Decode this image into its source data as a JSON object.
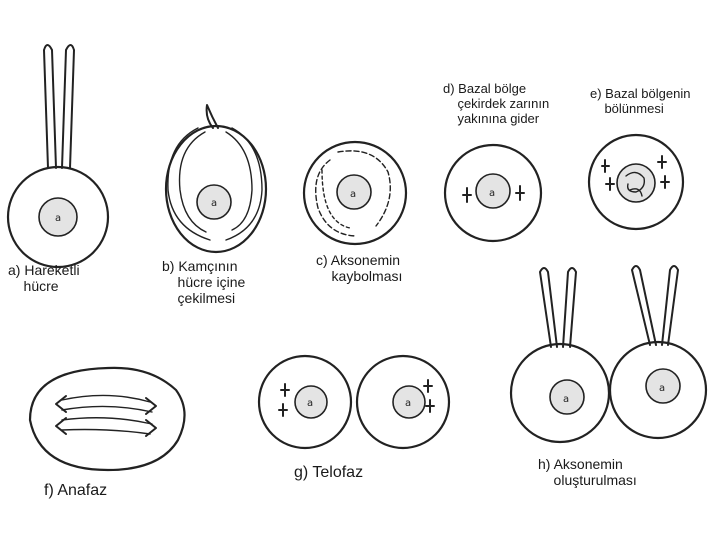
{
  "labels": {
    "a": "a) Hareketli\n    hücre",
    "b": "b) Kamçının\n    hücre içine\n    çekilmesi",
    "c": "c) Aksonemin\n    kaybolması",
    "d": "d) Bazal bölge\n    çekirdek zarının\n    yakınına gider",
    "e": "e) Bazal bölgenin\n    bölünmesi",
    "f": "f) Anafaz",
    "g": "g) Telofaz",
    "h": "h) Aksonemin\n    oluşturulması"
  }
}
